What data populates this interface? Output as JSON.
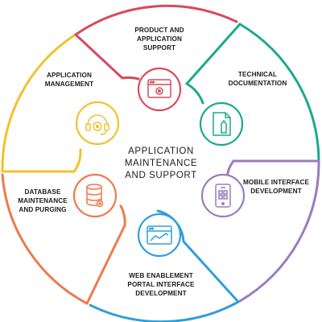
{
  "center": {
    "line1": "APPLICATION",
    "line2": "MAINTENANCE",
    "line3": "AND SUPPORT"
  },
  "segments": [
    {
      "id": "product-support",
      "lines": [
        "PRODUCT AND",
        "APPLICATION",
        "SUPPORT"
      ],
      "color": "#d84a5d",
      "icon": "browser-gear-icon"
    },
    {
      "id": "technical-documentation",
      "lines": [
        "TECHNICAL",
        "DOCUMENTATION"
      ],
      "color": "#1ba98c",
      "icon": "document-pen-icon"
    },
    {
      "id": "mobile-interface",
      "lines": [
        "MOBILE INTERFACE",
        "DEVELOPMENT"
      ],
      "color": "#9b7bbf",
      "icon": "mobile-phone-icon"
    },
    {
      "id": "web-enablement",
      "lines": [
        "WEB ENABLEMENT",
        "PORTAL INTERFACE",
        "DEVELOPMENT"
      ],
      "color": "#2f9fd9",
      "icon": "browser-chart-icon"
    },
    {
      "id": "database-maintenance",
      "lines": [
        "DATABASE",
        "MAINTENANCE",
        "AND PURGING"
      ],
      "color": "#ee7a4e",
      "icon": "database-gear-icon"
    },
    {
      "id": "application-management",
      "lines": [
        "APPLICATION",
        "MANAGEMENT"
      ],
      "color": "#f2c12e",
      "icon": "headset-gear-icon"
    }
  ]
}
